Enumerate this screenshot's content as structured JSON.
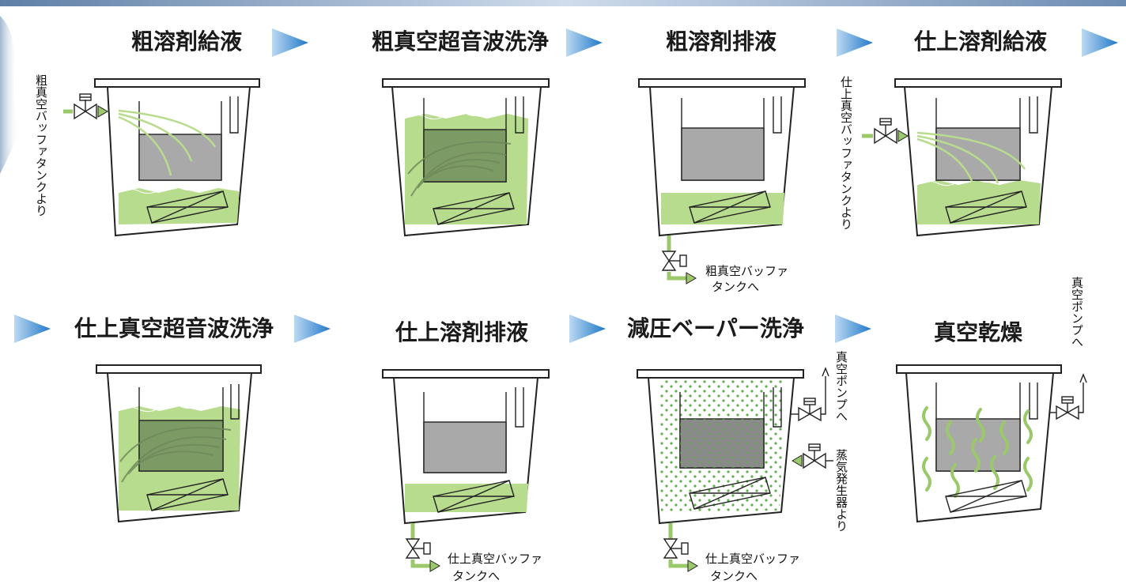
{
  "steps": [
    {
      "title": "粗溶剤給液",
      "inlet": "粗真空バッファタンクより"
    },
    {
      "title": "粗真空超音波洗浄"
    },
    {
      "title": "粗溶剤排液",
      "outlet": [
        "粗真空バッファ",
        "タンクへ"
      ]
    },
    {
      "title": "仕上溶剤給液",
      "inlet": "仕上真空バッファタンクより"
    },
    {
      "title": "仕上真空超音波洗浄"
    },
    {
      "title": "仕上溶剤排液",
      "outlet": [
        "仕上真空バッファ",
        "タンクへ"
      ]
    },
    {
      "title": "減圧ベーパー洗浄",
      "vacuum": "真空ポンプへ",
      "steam": "蒸気発生器より",
      "outlet": [
        "仕上真空バッファ",
        "タンクへ"
      ]
    },
    {
      "title": "真空乾燥",
      "vacuum": "真空ポンプへ"
    }
  ],
  "colors": {
    "liquid": "#b8dc8e",
    "liquid_dark": "#7c9a63",
    "work": "#a9a9a9",
    "arrow_start": "#bcd9f2",
    "arrow_end": "#1f78c8",
    "dots": "#5fb04a",
    "pipe": "#9cc86c"
  }
}
